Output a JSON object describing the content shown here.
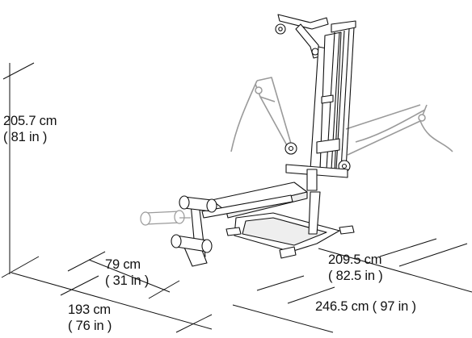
{
  "dimensions": {
    "height": {
      "metric": "205.7 cm",
      "imperial": "( 81 in )"
    },
    "bench_width": {
      "metric": "79 cm",
      "imperial": "( 31 in )"
    },
    "base_length": {
      "metric": "193 cm",
      "imperial": "( 76 in )"
    },
    "footprint_width": {
      "metric": "209.5 cm",
      "imperial": "( 82.5 in )"
    },
    "extended_length": {
      "combined": "246.5 cm ( 97 in )"
    }
  },
  "colors": {
    "line": "#111111",
    "accent_gray": "#9a9a9a",
    "fill_light": "#eeeeee"
  }
}
